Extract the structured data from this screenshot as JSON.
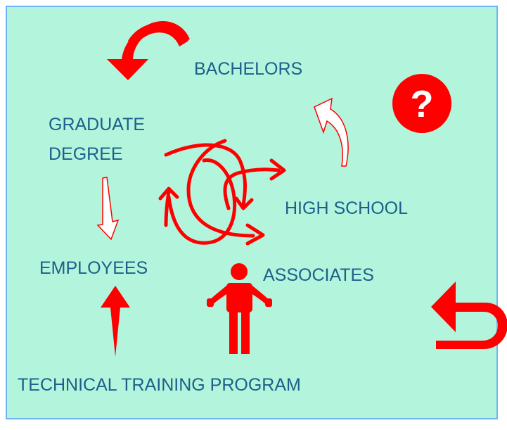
{
  "diagram": {
    "labels": {
      "bachelors": "BACHELORS",
      "graduate_line1": "GRADUATE",
      "graduate_line2": "DEGREE",
      "high_school": "HIGH SCHOOL",
      "employees": "EMPLOYEES",
      "associates": "ASSOCIATES",
      "technical": "TECHNICAL TRAINING PROGRAM"
    },
    "question_glyph": "?"
  },
  "colors": {
    "background": "#b3f5dc",
    "border": "#6fb5f2",
    "text": "#1d5f8a",
    "accent": "#ff0000"
  },
  "icons": [
    "curved-arrow-icon",
    "question-mark-icon",
    "person-shrug-icon",
    "tangled-arrows-icon",
    "u-turn-arrow-icon",
    "up-arrow-icon",
    "down-arrow-icon"
  ]
}
